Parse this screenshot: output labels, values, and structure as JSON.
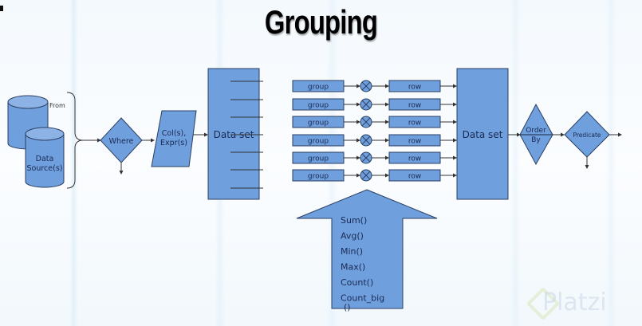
{
  "title": "Grouping",
  "diagram": {
    "sources": {
      "label_line1": "Data",
      "label_line2": "Source(s)",
      "from_label": "From"
    },
    "where": "Where",
    "columns": {
      "line1": "Col(s),",
      "line2": "Expr(s)"
    },
    "dataset_in": "Data set",
    "groups": [
      "group",
      "group",
      "group",
      "group",
      "group",
      "group"
    ],
    "rows": [
      "row",
      "row",
      "row",
      "row",
      "row",
      "row"
    ],
    "dataset_out": "Data set",
    "order_by": {
      "line1": "Order",
      "line2": "By"
    },
    "predicate": "Predicate",
    "aggregates": [
      "Sum()",
      "Avg()",
      "Min()",
      "Max()",
      "Count()",
      "Count_big",
      "()"
    ],
    "colors": {
      "shape_fill": "#6f9fdc",
      "shape_stroke": "#2b3f63",
      "line": "#333333"
    }
  },
  "watermark": "Platzi"
}
